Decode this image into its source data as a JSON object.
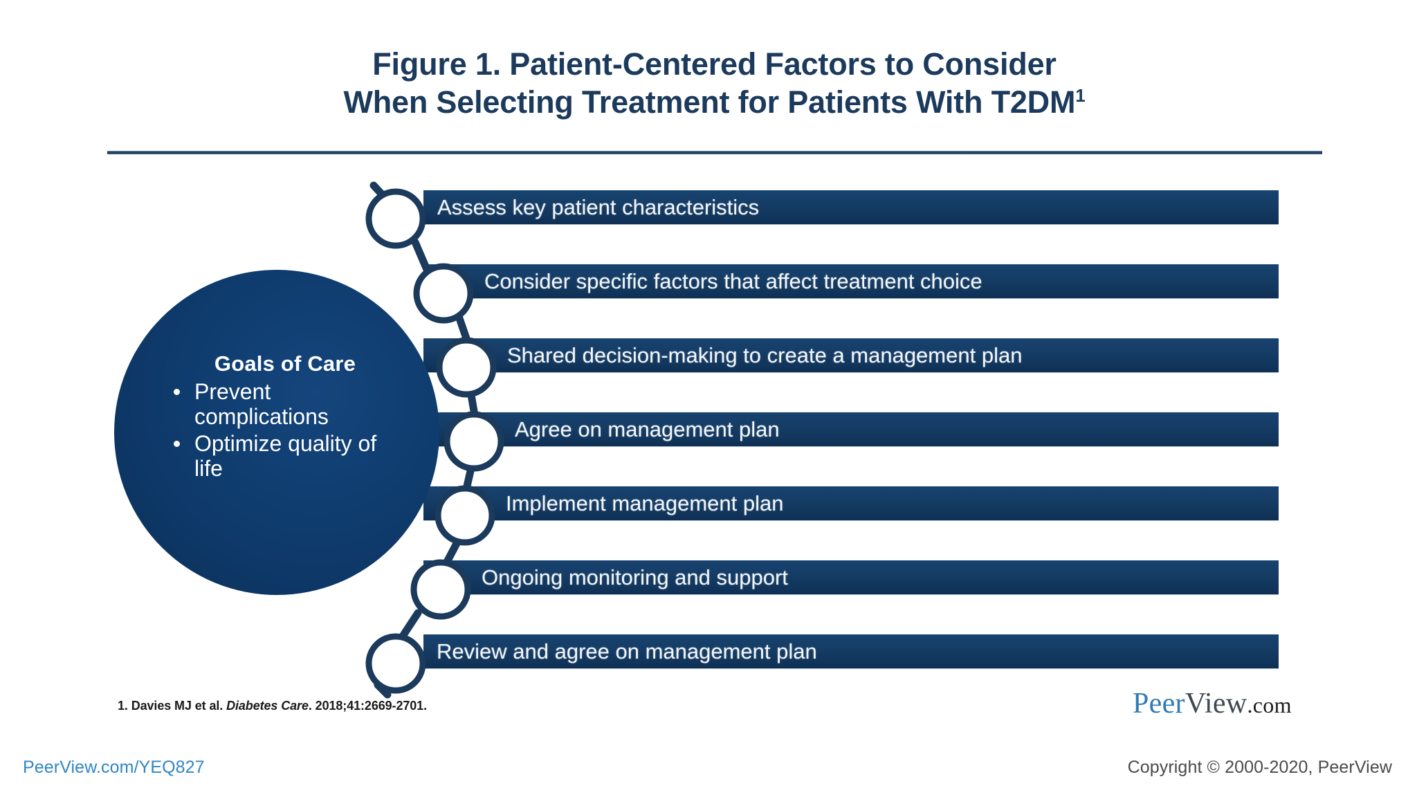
{
  "slide": {
    "title_line_1": "Figure 1. Patient-Centered Factors to Consider",
    "title_line_2_main": "When Selecting Treatment for Patients With T2DM",
    "title_superscript": "1"
  },
  "goal_circle": {
    "heading": "Goals of Care",
    "items": [
      "Prevent complications",
      "Optimize quality of life"
    ]
  },
  "steps": [
    {
      "label": "Assess key patient characteristics"
    },
    {
      "label": "Consider specific factors that affect treatment choice"
    },
    {
      "label": "Shared decision-making to create a management plan"
    },
    {
      "label": "Agree on management plan"
    },
    {
      "label": "Implement management plan"
    },
    {
      "label": "Ongoing monitoring and support"
    },
    {
      "label": "Review and agree on management plan"
    }
  ],
  "footnote": {
    "prefix": "1. Davies MJ et al. ",
    "journal": "Diabetes Care",
    "suffix": ". 2018;41:2669-2701."
  },
  "logo": {
    "peer": "Peer",
    "view": "View",
    "com": ".com"
  },
  "footer": {
    "url": "PeerView.com/YEQ827",
    "copyright": "Copyright © 2000-2020, PeerView"
  },
  "colors": {
    "title": "#1b3a5c",
    "bar": "#143a62",
    "goal_circle": "#0e3a6b",
    "footer_url": "#2f86c5",
    "footer_copy": "#4a4a4a",
    "logo_peer": "#2f79b5",
    "logo_view": "#3f4a54"
  }
}
